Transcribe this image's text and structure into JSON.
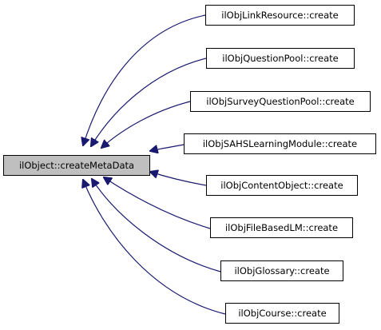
{
  "root": {
    "label": "ilObject::createMetaData"
  },
  "callers": [
    {
      "label": "ilObjLinkResource::create"
    },
    {
      "label": "ilObjQuestionPool::create"
    },
    {
      "label": "ilObjSurveyQuestionPool::create"
    },
    {
      "label": "ilObjSAHSLearningModule::create"
    },
    {
      "label": "ilObjContentObject::create"
    },
    {
      "label": "ilObjFileBasedLM::create"
    },
    {
      "label": "ilObjGlossary::create"
    },
    {
      "label": "ilObjCourse::create"
    }
  ],
  "colors": {
    "edge": "#191970",
    "root_fill": "#bfbfbf",
    "node_fill": "#ffffff",
    "node_border": "#000000"
  }
}
